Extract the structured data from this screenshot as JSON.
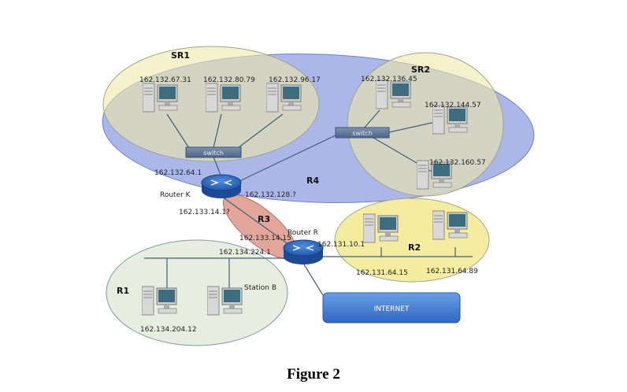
{
  "regions": {
    "sr1": "SR1",
    "sr2": "SR2",
    "r1": "R1",
    "r2": "R2",
    "r3": "R3",
    "r4": "R4"
  },
  "hosts": {
    "sr1_a": "162.132.67.31",
    "sr1_b": "162.132.80.79",
    "sr1_c": "162.132.96.17",
    "sr2_a": "162.132.136.45",
    "sr2_b": "162.132.144.57",
    "sr2_c": "162.132.160.57",
    "r2_a": "162.131.64.15",
    "r2_b": "162.131.64.89",
    "r1_a": "162.134.204.12"
  },
  "routers": {
    "k_label": "Router K",
    "k_if_sr1": "162.132.64.1",
    "k_if_r4": "162.132.128.?",
    "k_if_r3": "162.133.14.1?",
    "r_label": "Router R",
    "r_if_r3": "162.133.14.15",
    "r_if_r1": "162.134.224.1",
    "r_if_r2": "162.131.10.1"
  },
  "switch_label": "switch",
  "station_b": "Station B",
  "internet": "INTERNET",
  "caption": "Figure 2"
}
